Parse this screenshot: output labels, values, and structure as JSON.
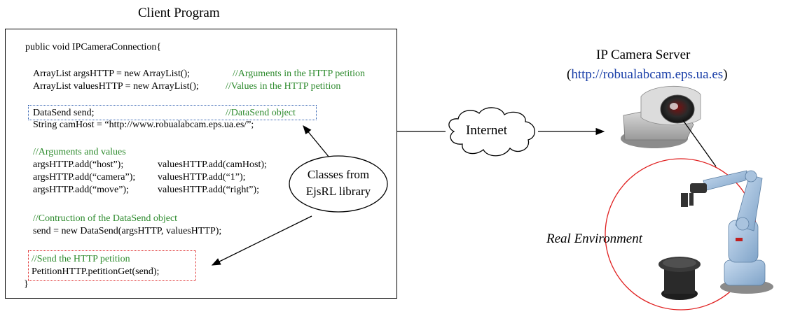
{
  "client": {
    "title": "Client Program",
    "lines": {
      "l1": "public void IPCameraConnection{",
      "l2a": "ArrayList argsHTTP = new ArrayList();",
      "l2b": "//Arguments in the HTTP petition",
      "l3a": "ArrayList valuesHTTP = new ArrayList();",
      "l3b": "//Values in the HTTP petition",
      "l4a": "DataSend send;",
      "l4b": "//DataSend object",
      "l5": "String camHost =  “http://www.robualabcam.eps.ua.es/”;",
      "l6": "//Arguments and values",
      "l7a": "argsHTTP.add(“host”);",
      "l7b": "valuesHTTP.add(camHost);",
      "l8a": "argsHTTP.add(“camera”);",
      "l8b": "valuesHTTP.add(“1”);",
      "l9a": "argsHTTP.add(“move”);",
      "l9b": "valuesHTTP.add(“right”);",
      "l10": "//Contruction of the DataSend object",
      "l11": "send = new DataSend(argsHTTP, valuesHTTP);",
      "l12": "//Send the HTTP petition",
      "l13": "PetitionHTTP.petitionGet(send);",
      "l14": "}"
    }
  },
  "classes_callout": {
    "line1": "Classes from",
    "line2": "EjsRL library"
  },
  "internet": {
    "label": "Internet"
  },
  "server": {
    "title": "IP Camera Server",
    "url_open": "(",
    "url": "http://robualabcam.eps.ua.es",
    "url_close": ")"
  },
  "environment": {
    "label": "Real Environment"
  },
  "colors": {
    "comment": "#2e8b2e",
    "blue_box": "#2f5fb0",
    "red_box": "#dd2222",
    "circle": "#e02020",
    "url": "#1a3fa8"
  }
}
